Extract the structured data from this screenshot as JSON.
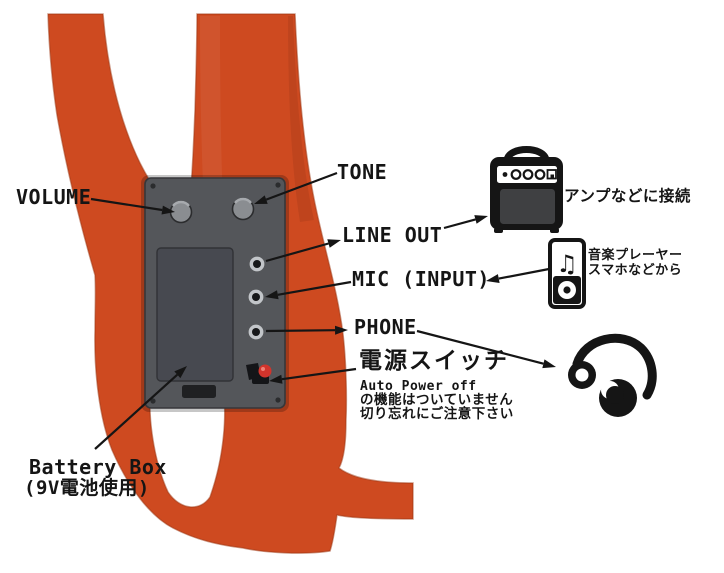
{
  "diagram": {
    "labels": {
      "volume": "VOLUME",
      "tone": "TONE",
      "line_out": "LINE OUT",
      "mic_input": "MIC (INPUT)",
      "phone": "PHONE",
      "power_switch": "電源スイッチ",
      "power_note_1": "Auto Power off",
      "power_note_2": "の機能はついていません",
      "power_note_3": "切り忘れにご注意下さい",
      "battery_box": "Battery Box",
      "battery_note": "(9V電池使用)",
      "amp_note": "アンプなどに接続",
      "player_note_1": "音楽プレーヤー",
      "player_note_2": "スマホなどから"
    },
    "icons": {
      "amp": "guitar-amp-icon",
      "music_player": "music-player-icon",
      "headphones": "headphones-icon",
      "music_note_glyph": "♫"
    },
    "colors": {
      "guitar_body": "#ce4a20",
      "guitar_edge": "#9c3512",
      "panel": "#54565a",
      "panel_edge": "#36373a",
      "door": "#474950",
      "knob": "#8a8d91",
      "knob_edge": "#2b2c2e",
      "jack_ring": "#c2c5c9",
      "jack_hole": "#17181a",
      "power_red": "#d2342c",
      "ink": "#151515"
    }
  }
}
